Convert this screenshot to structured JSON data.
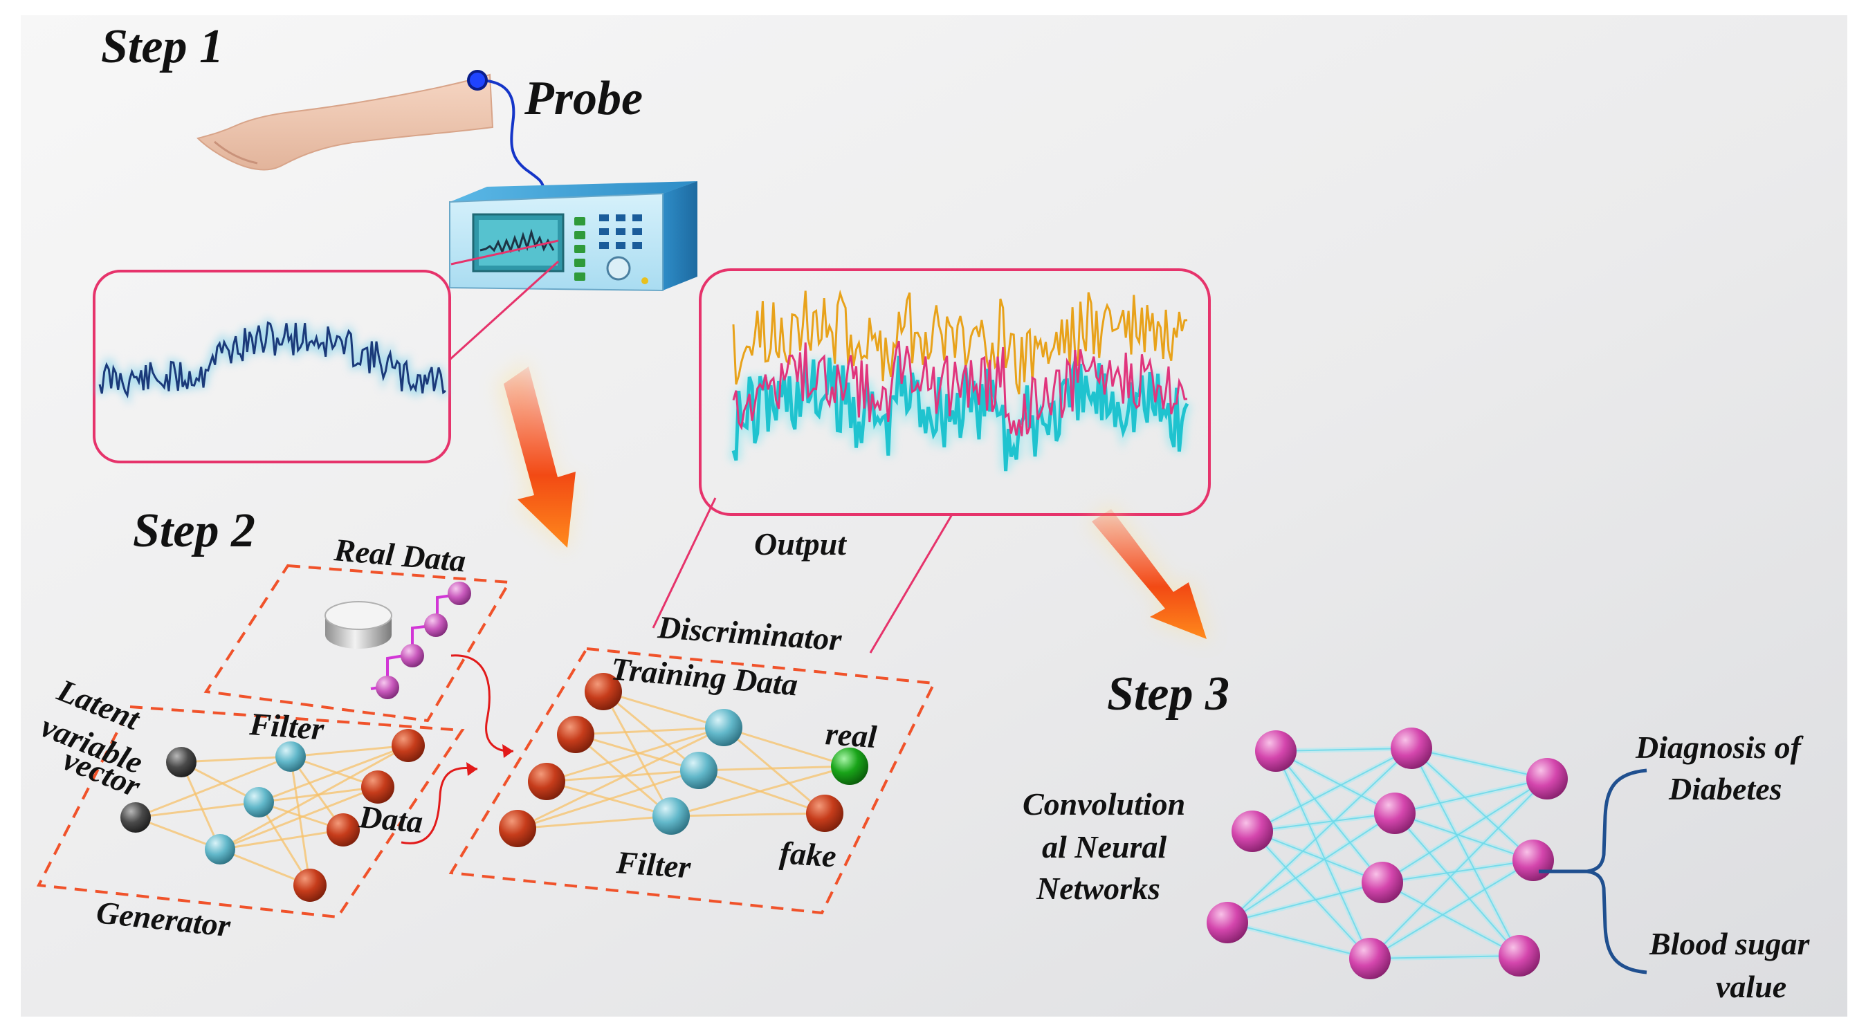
{
  "steps": {
    "step1": "Step 1",
    "step2": "Step 2",
    "step3": "Step 3"
  },
  "step1": {
    "probe_label": "Probe"
  },
  "step2": {
    "output_label": "Output",
    "discriminator_label": "Discriminator",
    "real_data_label": "Real Data",
    "training_data_label": "Training Data",
    "latent_label_lines": [
      "Latent",
      "variable",
      "vector"
    ],
    "filter_label_generator": "Filter",
    "data_label": "Data",
    "generator_label": "Generator",
    "filter_label_discriminator": "Filter",
    "real_label": "real",
    "fake_label": "fake"
  },
  "step3": {
    "cnn_label_lines": [
      "Convolution",
      "al Neural",
      "Networks"
    ],
    "diagnosis_lines": [
      "Diagnosis of",
      "Diabetes"
    ],
    "blood_sugar_lines": [
      "Blood sugar",
      "value"
    ]
  },
  "colors": {
    "frame_pink": "#e6336b",
    "dashed_orange": "#f0522a",
    "signal_navy": "#1b3a7a",
    "signal_orange": "#e8a21a",
    "signal_magenta": "#e0357d",
    "signal_cyan": "#1fc3cf",
    "node_orange": "#c23a1a",
    "node_cyan": "#5fb7c9",
    "node_gray": "#4a4a4a",
    "node_green": "#1aa31a",
    "node_magenta": "#d45ac6",
    "node_pink": "#d040a8",
    "arrow_orange": "#f25a16",
    "device_blue": "#4aa8d8"
  },
  "icons": [
    "arm-icon",
    "probe-icon",
    "oscilloscope-icon",
    "database-cylinder-icon",
    "down-arrow-icon",
    "brace-icon"
  ]
}
